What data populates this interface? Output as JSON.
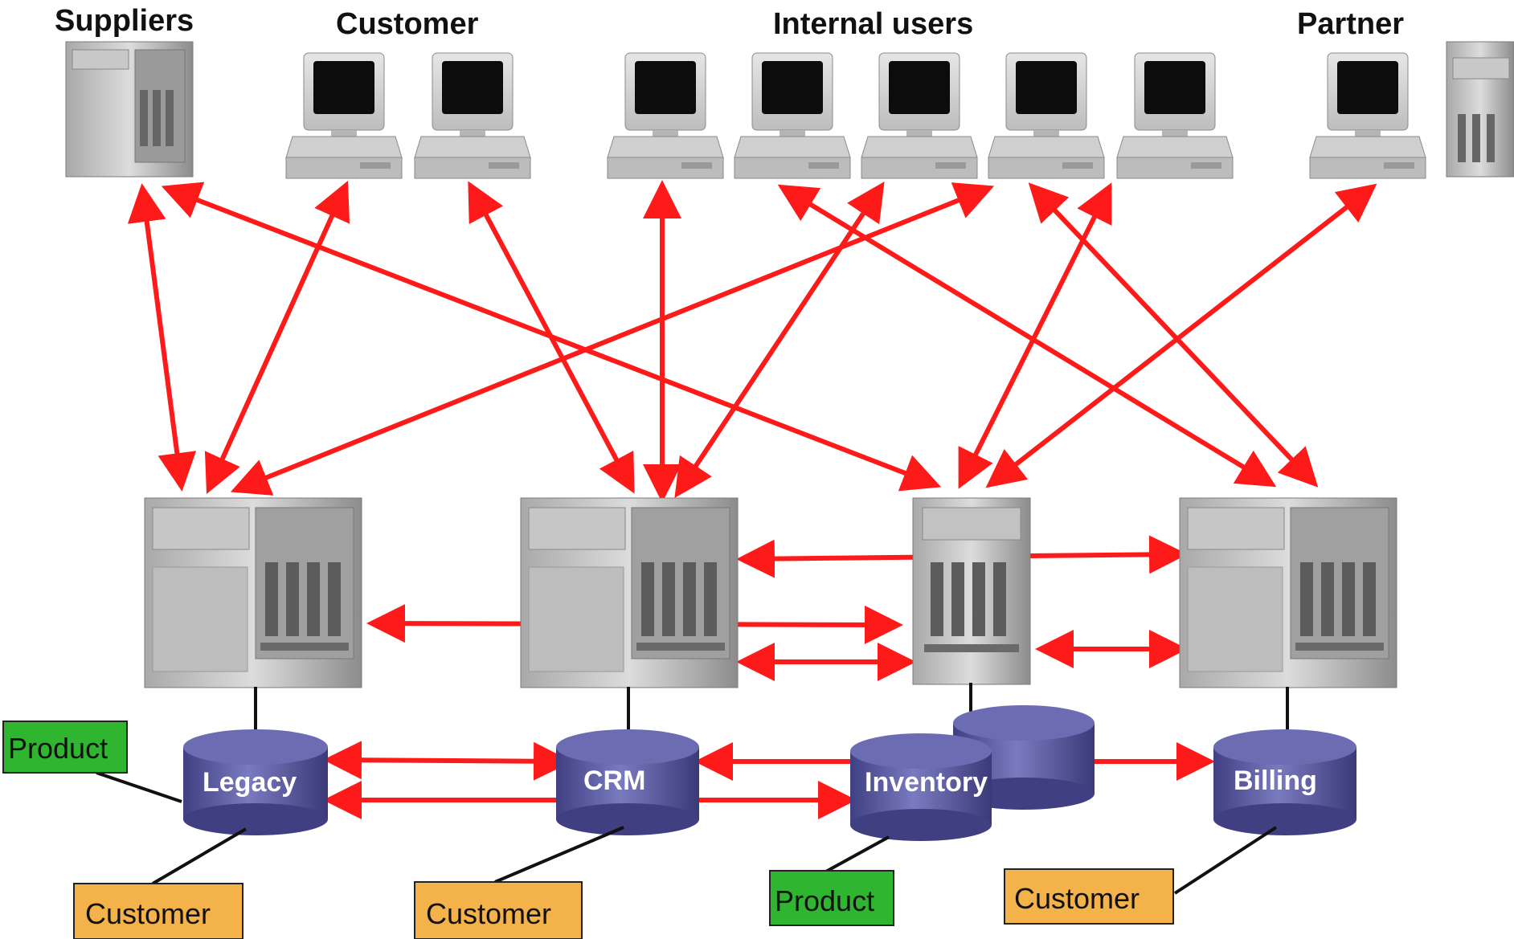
{
  "groups": {
    "suppliers": "Suppliers",
    "customer": "Customer",
    "internal_users": "Internal users",
    "partner": "Partner"
  },
  "databases": {
    "legacy": "Legacy",
    "crm": "CRM",
    "inventory": "Inventory",
    "billing": "Billing"
  },
  "tags": {
    "legacy_product": "Product",
    "legacy_customer": "Customer",
    "crm_customer": "Customer",
    "inventory_product": "Product",
    "billing_customer": "Customer"
  },
  "colors": {
    "arrow": "#ff1a1a",
    "product_tag": "#2fb52f",
    "customer_tag": "#f3b24a",
    "database": "#5a5a9e"
  }
}
